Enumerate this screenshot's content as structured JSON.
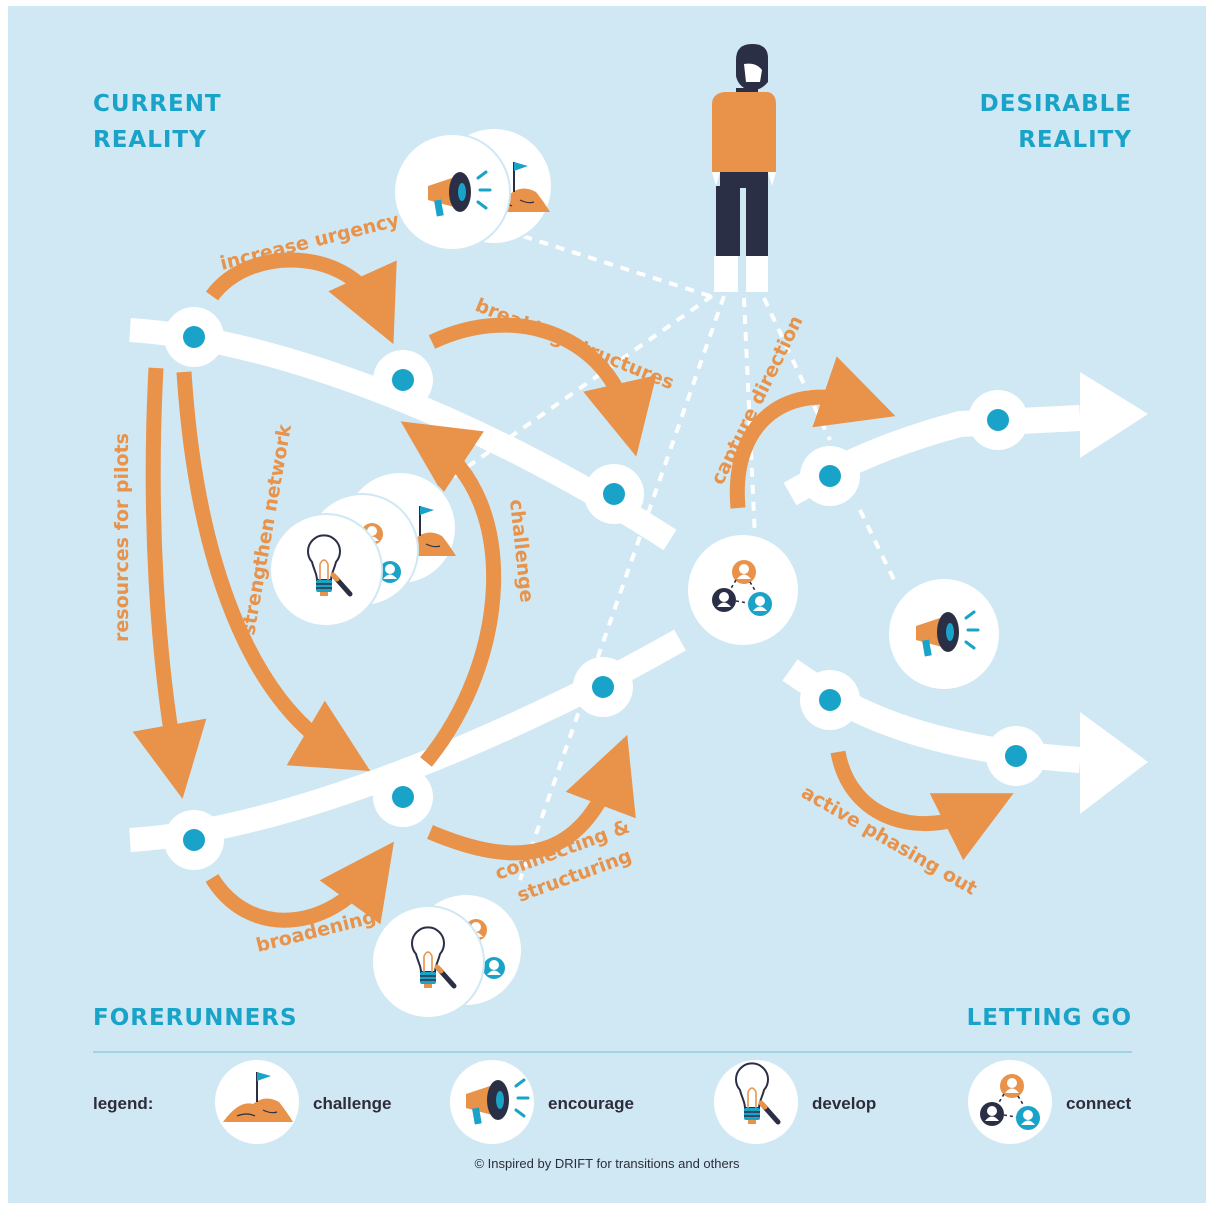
{
  "corners": {
    "current": [
      "CURRENT",
      "REALITY"
    ],
    "desirable": [
      "DESIRABLE",
      "REALITY"
    ],
    "forerunners": "FORERUNNERS",
    "letting_go": "LETTING GO"
  },
  "arrows": {
    "increase_urgency": "increase urgency",
    "breaking_structures": "breaking structures",
    "capture_direction": "capture direction",
    "resources_for_pilots": "resources for pilots",
    "strengthen_network": "strengthen network",
    "challenge": "challenge",
    "connecting": "connecting &",
    "structuring": "structuring",
    "broadening": "broadening",
    "active_phasing_out": "active phasing out"
  },
  "legend": {
    "title": "legend:",
    "items": [
      {
        "label": "challenge",
        "icon": "flag-hill-icon"
      },
      {
        "label": "encourage",
        "icon": "megaphone-icon"
      },
      {
        "label": "develop",
        "icon": "lightbulb-icon"
      },
      {
        "label": "connect",
        "icon": "network-icon"
      }
    ]
  },
  "credit": "© Inspired by DRIFT for transitions and others",
  "colors": {
    "background": "#cfe8f3",
    "accent_orange": "#e8924a",
    "accent_teal": "#1aa3c8",
    "dark_navy": "#2b2f45",
    "path_white": "#ffffff"
  }
}
